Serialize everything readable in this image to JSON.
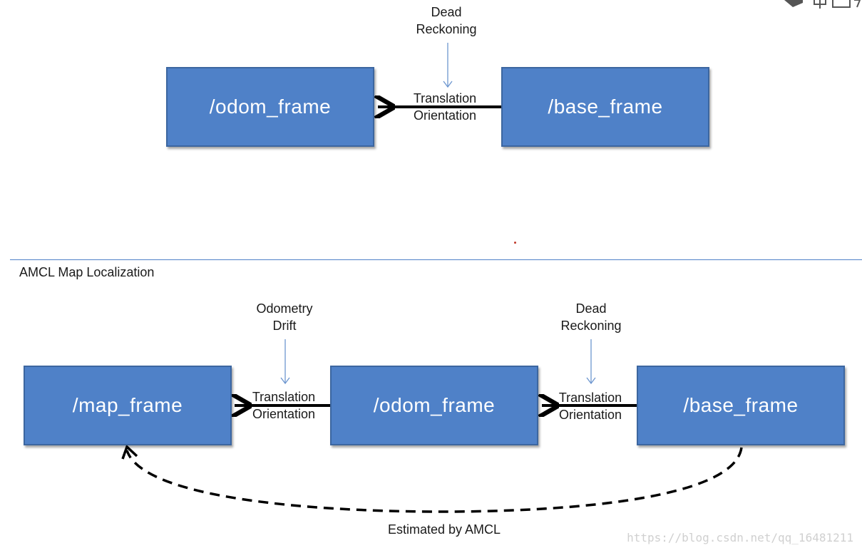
{
  "top": {
    "odom_box": "/odom_frame",
    "base_box": "/base_frame",
    "source_label": [
      "Dead",
      "Reckoning"
    ],
    "edge_label": [
      "Translation",
      "Orientation"
    ]
  },
  "bottom": {
    "title": "AMCL Map Localization",
    "map_box": "/map_frame",
    "odom_box": "/odom_frame",
    "base_box": "/base_frame",
    "drift_label": [
      "Odometry",
      "Drift"
    ],
    "reckoning_label": [
      "Dead",
      "Reckoning"
    ],
    "edge_label_left": [
      "Translation",
      "Orientation"
    ],
    "edge_label_right": [
      "Translation",
      "Orientation"
    ],
    "estimate_label": "Estimated by AMCL"
  },
  "watermark": "https://blog.csdn.net/qq_16481211",
  "colors": {
    "box_fill": "#4f81c8",
    "box_border": "#3c66a0",
    "thin_arrow": "#6d96cf",
    "divider": "#4f81c8"
  }
}
